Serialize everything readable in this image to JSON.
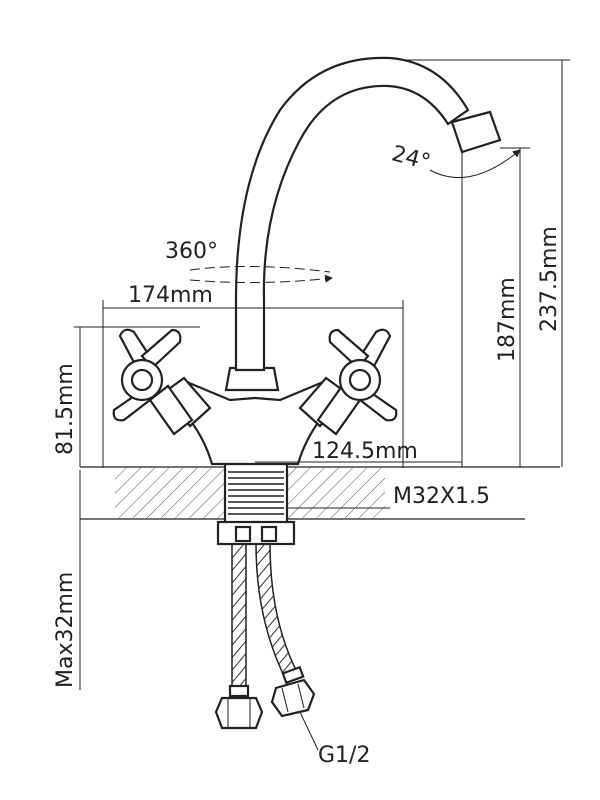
{
  "diagram": {
    "dimensions": {
      "rotation": "360°",
      "spout_angle": "24°",
      "base_width": "174mm",
      "handle_height": "81.5mm",
      "spout_reach": "124.5mm",
      "spout_outlet_height": "187mm",
      "total_height": "237.5mm",
      "thread": "M32X1.5",
      "max_counter_thickness": "Max32mm",
      "hose_connection": "G1/2"
    }
  }
}
